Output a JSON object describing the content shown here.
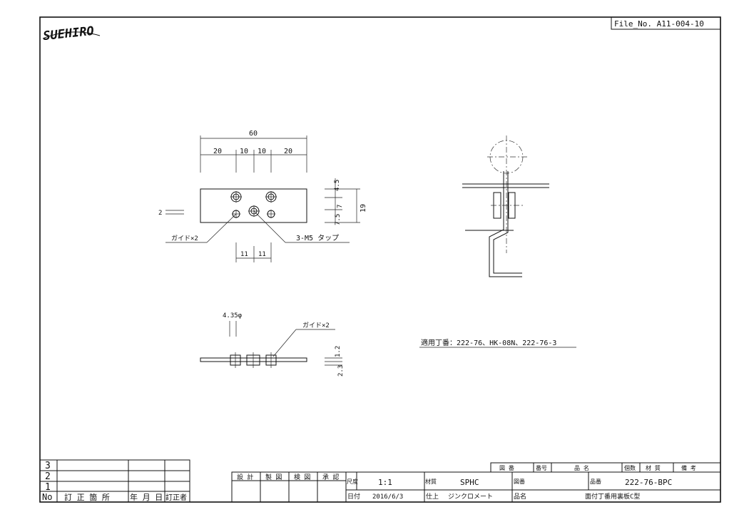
{
  "logo": {
    "text": "SUEHIRO"
  },
  "file_no": "File_No. A11-004-10",
  "dims": {
    "overall_width": "60",
    "seg_1": "20",
    "seg_2": "10",
    "seg_3": "10",
    "seg_4": "20",
    "height_top": "4.5",
    "height_mid": "7",
    "height_bottom": "7.5",
    "height_total": "19",
    "thickness": "2",
    "hole_pitch_1": "11",
    "hole_pitch_2": "11",
    "hole_dia": "4.35φ",
    "plate_t": "1.2",
    "boss_h": "2.3"
  },
  "callouts": {
    "guide_front": "ガイド×2",
    "tap": "3-M5 タップ",
    "guide_side": "ガイド×2"
  },
  "applicable": "適用丁番：222-76、HK-08N、222-76-3",
  "revision_table": {
    "rows": [
      "3",
      "2",
      "1"
    ],
    "headers": [
      "No",
      "訂 正 箇 所",
      "年 月 日",
      "訂正者"
    ]
  },
  "approval": [
    "設 計",
    "製 図",
    "検 図",
    "承 認"
  ],
  "title_block": {
    "scale_label": "尺度",
    "scale": "1:1",
    "date_label": "日付",
    "date": "2016/6/3",
    "material_label": "材質",
    "material": "SPHC",
    "finish_label": "仕上",
    "finish": "ジンクロメート",
    "drawing_no_label": "図番",
    "part_no_label": "品番",
    "part_no": "222-76-BPC",
    "name_label": "品名",
    "name": "面付丁番用裏板C型"
  },
  "parts_list_headers": [
    "図 番",
    "番号",
    "品 名",
    "個数",
    "材 質",
    "備 考"
  ]
}
